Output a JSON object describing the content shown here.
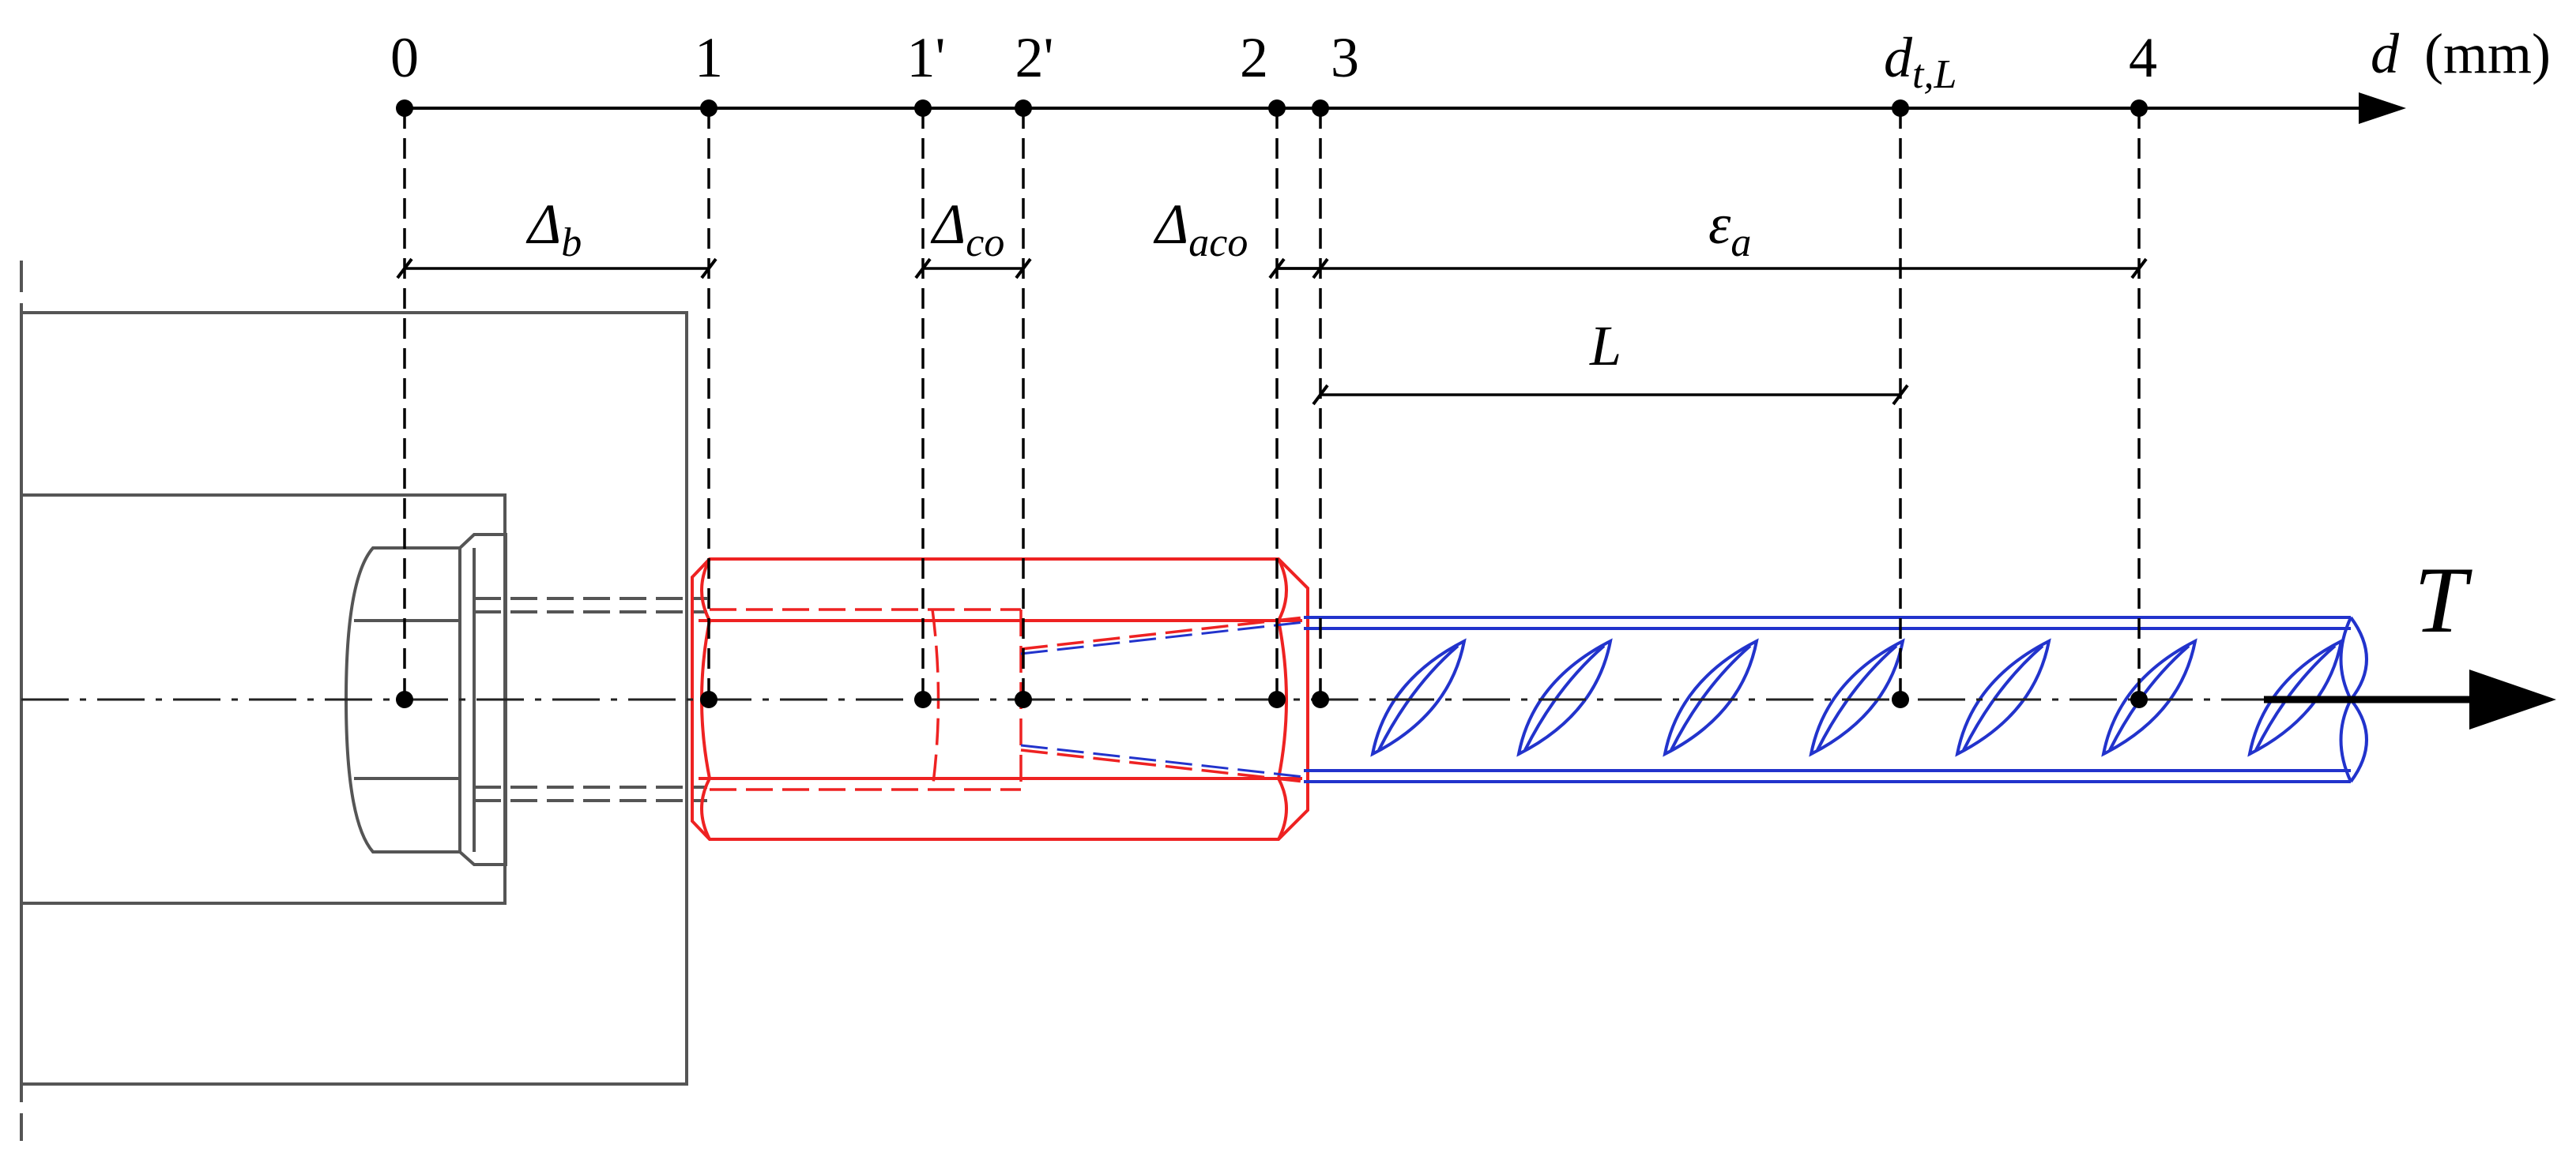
{
  "colors": {
    "ink": "#000000",
    "structure": "#555555",
    "coupler": "#ee2222",
    "rebar": "#2233cc"
  },
  "axis": {
    "name": "d",
    "unit": "(mm)"
  },
  "points": [
    {
      "id": "0",
      "label": "0"
    },
    {
      "id": "1",
      "label": "1"
    },
    {
      "id": "1p",
      "label": "1'"
    },
    {
      "id": "2p",
      "label": "2'"
    },
    {
      "id": "2",
      "label": "2"
    },
    {
      "id": "3",
      "label": "3"
    },
    {
      "id": "dtl",
      "label": "d",
      "sub": "t,L"
    },
    {
      "id": "4",
      "label": "4"
    }
  ],
  "dimensions": {
    "delta_b": {
      "main": "Δ",
      "sub": "b"
    },
    "delta_co": {
      "main": "Δ",
      "sub": "co"
    },
    "delta_aco": {
      "main": "Δ",
      "sub": "aco"
    },
    "epsilon_a": {
      "main": "ε",
      "sub": "a"
    },
    "length_l": {
      "main": "L"
    }
  },
  "force": {
    "label": "T"
  }
}
